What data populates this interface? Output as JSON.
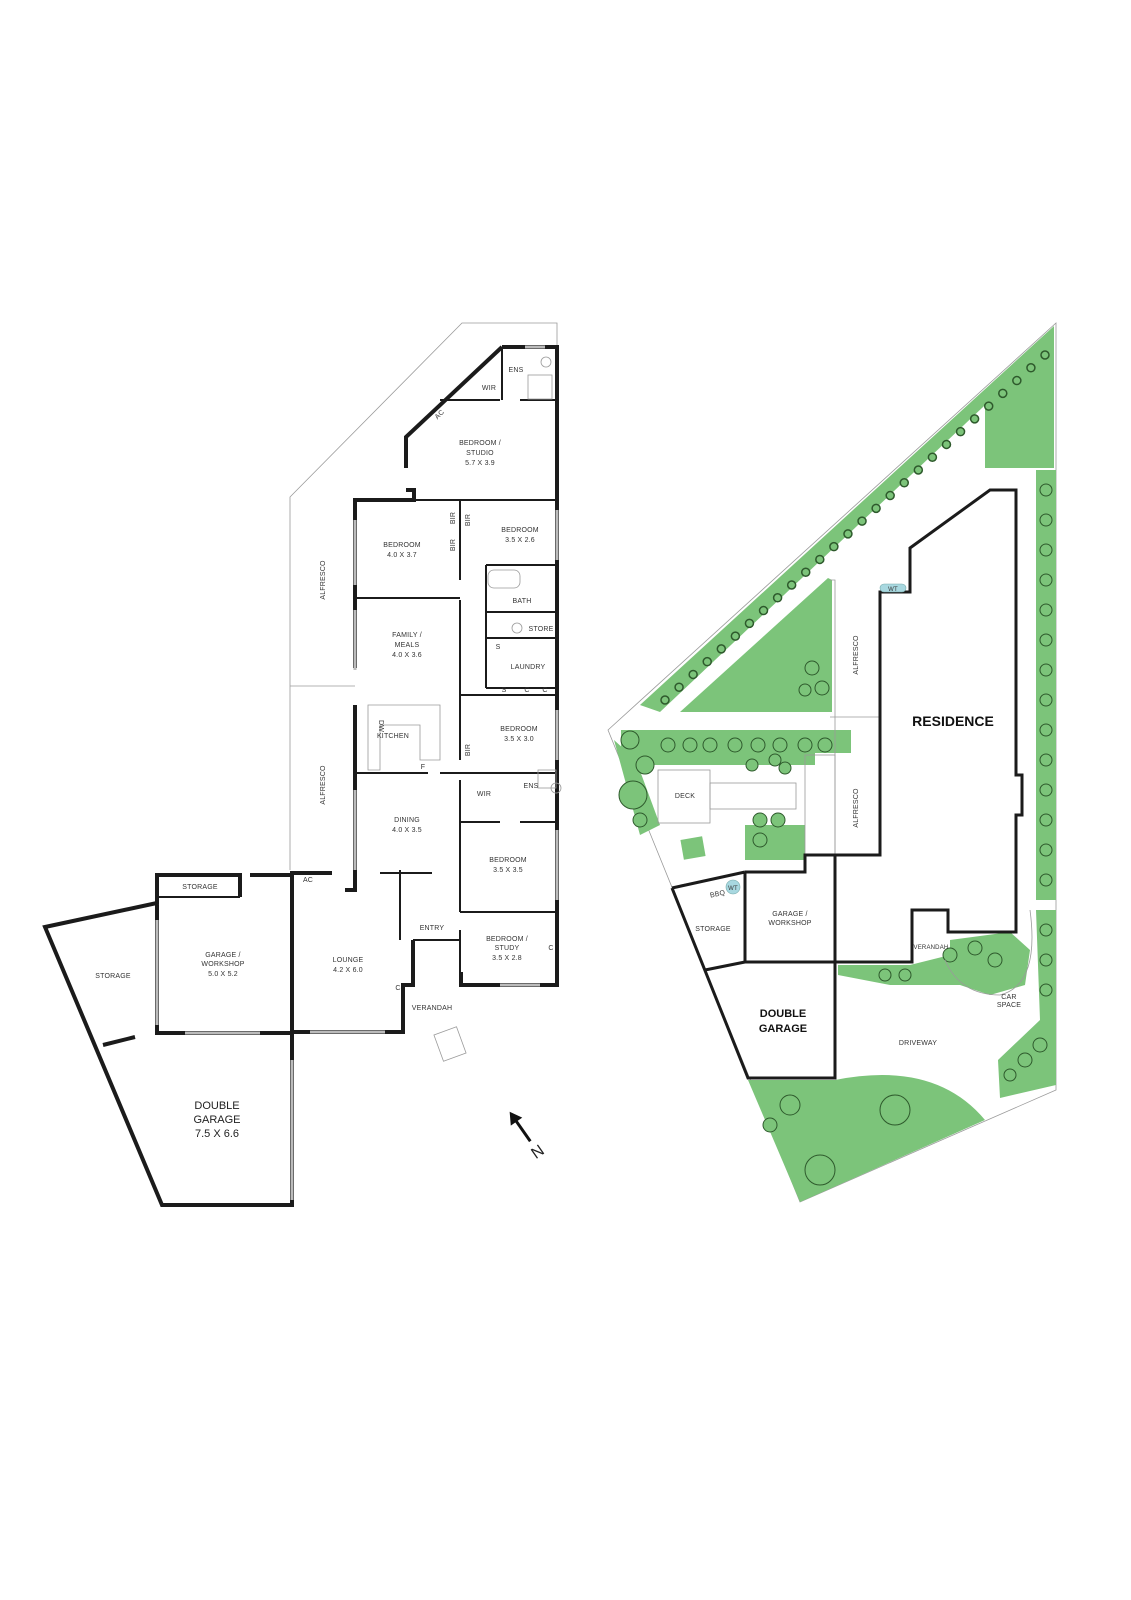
{
  "floor_plan": {
    "rooms": [
      {
        "name": "BEDROOM /",
        "name2": "STUDIO",
        "size": "5.7 X 3.9"
      },
      {
        "name": "BEDROOM",
        "size": "4.0 X 3.7"
      },
      {
        "name": "BEDROOM",
        "size": "3.5 X 2.6"
      },
      {
        "name": "FAMILY /",
        "name2": "MEALS",
        "size": "4.0 X 3.6"
      },
      {
        "name": "BEDROOM",
        "size": "3.5 X 3.0"
      },
      {
        "name": "DINING",
        "size": "4.0 X 3.5"
      },
      {
        "name": "BEDROOM",
        "size": "3.5 X 3.5"
      },
      {
        "name": "BEDROOM /",
        "name2": "STUDY",
        "size": "3.5 X 2.8"
      },
      {
        "name": "LOUNGE",
        "size": "4.2 X 6.0"
      },
      {
        "name": "GARAGE /",
        "name2": "WORKSHOP",
        "size": "5.0 X 5.2"
      },
      {
        "name": "DOUBLE",
        "name2": "GARAGE",
        "size": "7.5 X 6.6"
      }
    ],
    "minor_labels": {
      "ens": "ENS",
      "wir": "WIR",
      "ac": "AC",
      "bir": "BIR",
      "bath": "BATH",
      "store": "STORE",
      "laundry": "LAUNDRY",
      "s": "S",
      "c": "C",
      "kitchen": "KITCHEN",
      "dw": "DW",
      "f": "F",
      "entry": "ENTRY",
      "verandah": "VERANDAH",
      "alfresco": "ALFRESCO",
      "storage": "STORAGE"
    }
  },
  "compass": {
    "label": "N"
  },
  "site_plan": {
    "residence": "RESIDENCE",
    "double_garage_1": "DOUBLE",
    "double_garage_2": "GARAGE",
    "garage_workshop_1": "GARAGE /",
    "garage_workshop_2": "WORKSHOP",
    "storage": "STORAGE",
    "deck": "DECK",
    "bbq": "BBQ",
    "wt": "WT",
    "alfresco": "ALFRESCO",
    "verandah": "VERANDAH",
    "car_space_1": "CAR",
    "car_space_2": "SPACE",
    "driveway": "DRIVEWAY"
  },
  "colors": {
    "garden": "#7cc47a",
    "tree": "#2e5a2c",
    "walls": "#1b1b1b",
    "water_tank": "#a8d8e0"
  }
}
